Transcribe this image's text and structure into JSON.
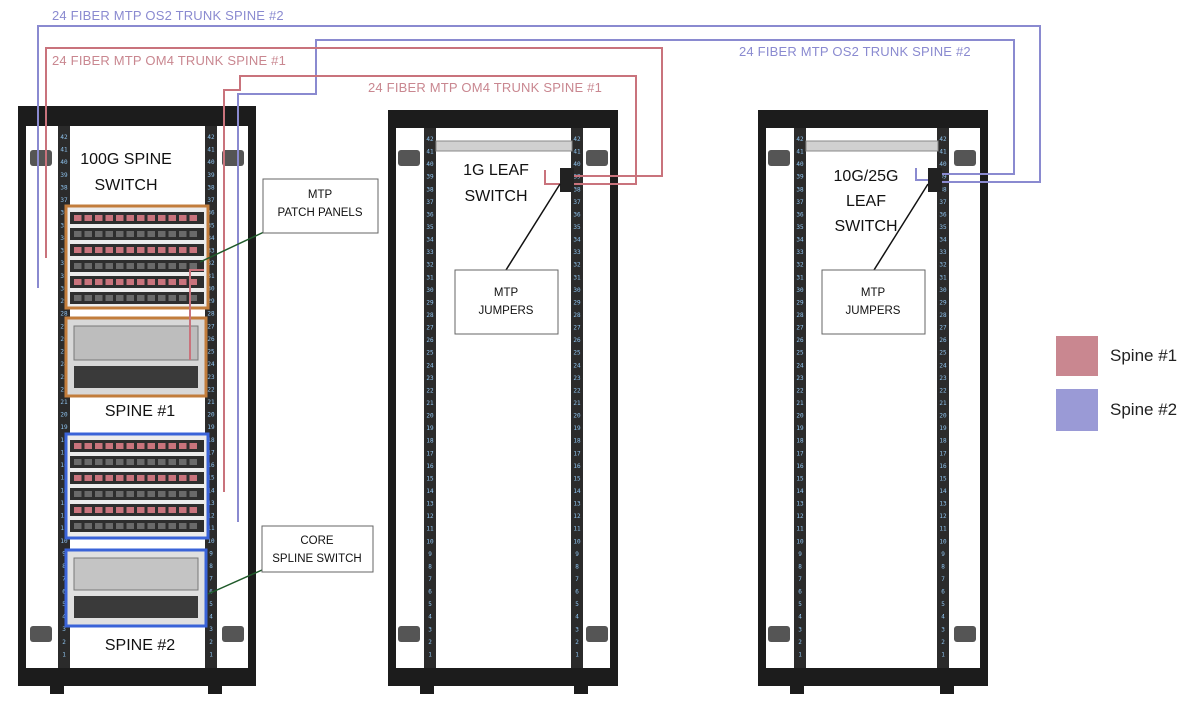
{
  "colors": {
    "spine1": "#c9737c",
    "spine1_legend": "#c98790",
    "spine2": "#8a8ad0",
    "spine2_legend": "#9a9ad6",
    "rack_frame": "#1c1c1c",
    "rail": "#2b2b2b",
    "rail_numbers": "#8fc4f0",
    "panel_orange": "#c27d3c",
    "panel_blue": "#3a63d8"
  },
  "trunks": {
    "top_os2": "24 FIBER MTP OS2 TRUNK SPINE #2",
    "om4_1": "24 FIBER MTP OM4 TRUNK SPINE #1",
    "om4_2": "24 FIBER MTP OM4 TRUNK SPINE #1",
    "os2_right": "24 FIBER MTP OS2 TRUNK SPINE #2"
  },
  "racks": {
    "spine_rack": {
      "title_line1": "100G SPINE",
      "title_line2": "SWITCH",
      "spine1_label": "SPINE #1",
      "spine2_label": "SPINE #2"
    },
    "leaf1_rack": {
      "title_line1": "1G LEAF",
      "title_line2": "SWITCH"
    },
    "leaf2_rack": {
      "title_line1": "10G/25G",
      "title_line2": "LEAF",
      "title_line3": "SWITCH"
    }
  },
  "callouts": {
    "patch_panels": {
      "line1": "MTP",
      "line2": "PATCH PANELS"
    },
    "core_switch": {
      "line1": "CORE",
      "line2": "SPLINE SWITCH"
    },
    "jumpers_1": {
      "line1": "MTP",
      "line2": "JUMPERS"
    },
    "jumpers_2": {
      "line1": "MTP",
      "line2": "JUMPERS"
    }
  },
  "legend": [
    {
      "label": "Spine #1"
    },
    {
      "label": "Spine #2"
    }
  ]
}
